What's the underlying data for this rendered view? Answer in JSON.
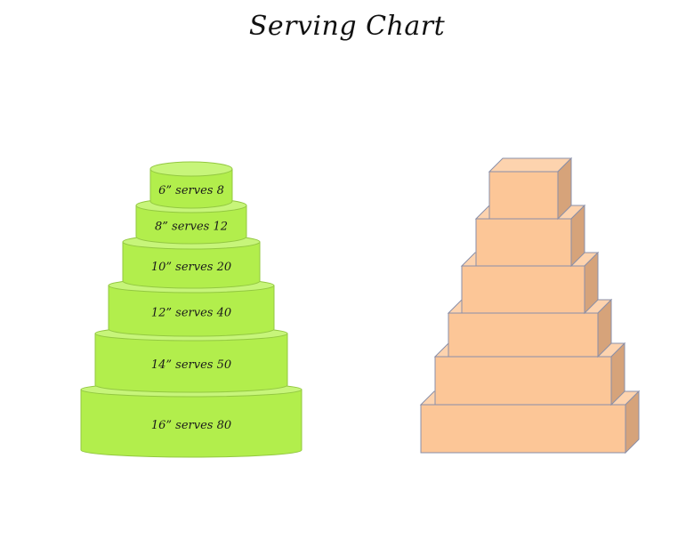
{
  "title": "Serving Chart",
  "colors": {
    "round_fill": "#b2ee4c",
    "round_top": "#c7f57a",
    "round_stroke": "#93c841",
    "square_front": "#fcc697",
    "square_top": "#fdd3ae",
    "square_side": "#d6a37a",
    "square_stroke": "#8a8fa8"
  },
  "round_tiers": [
    {
      "label": "6” serves 8"
    },
    {
      "label": "8” serves 12"
    },
    {
      "label": "10” serves 20"
    },
    {
      "label": "12” serves 40"
    },
    {
      "label": "14” serves 50"
    },
    {
      "label": "16” serves 80"
    }
  ],
  "square_tier_count": 6
}
